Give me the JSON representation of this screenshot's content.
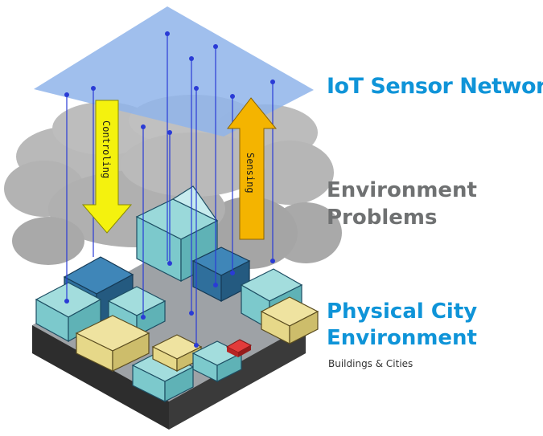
{
  "labels": {
    "iot_network": "IoT Sensor Network",
    "environment_line1": "Environment",
    "environment_line2": "Problems",
    "physical_line1": "Physical City",
    "physical_line2": "Environment",
    "physical_sub": "Buildings & Cities"
  },
  "arrows": {
    "controlling": "Controling",
    "sensing": "Sensing"
  },
  "colors": {
    "network_plane": "#8fb4ea",
    "cloud": "#b4b4b4",
    "building_teal": "#7cc9cc",
    "building_blue": "#2f6f9c",
    "building_yellow": "#e6d889",
    "controlling_arrow": "#f4f20e",
    "sensing_arrow": "#f4b400",
    "label_blue": "#0f94d8",
    "label_gray": "#6f7172"
  }
}
